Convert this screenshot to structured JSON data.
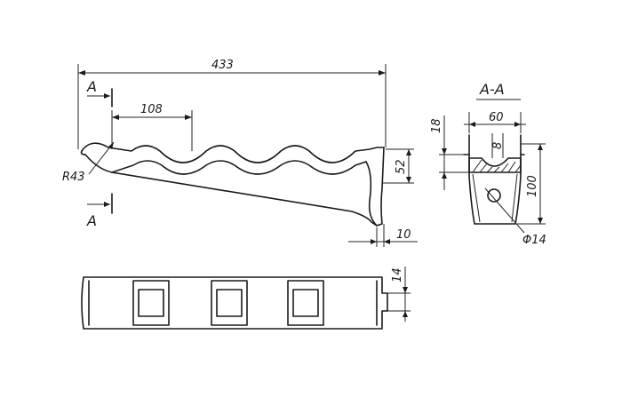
{
  "dimensions": {
    "overall_length": "433",
    "pitch": "108",
    "radius": "R43",
    "height_end": "52",
    "end_offset": "10",
    "section_width": "60",
    "wall": "8",
    "flange": "18",
    "section_height": "100",
    "hole_diameter": "Φ14",
    "tab_width": "14"
  },
  "section_labels": {
    "cut_top": "A",
    "cut_bottom": "A",
    "section_title": "A-A"
  }
}
